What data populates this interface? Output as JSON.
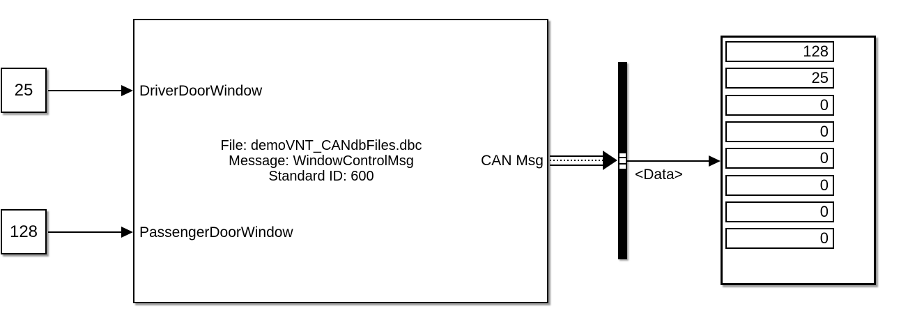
{
  "constants": [
    {
      "value": "25"
    },
    {
      "value": "128"
    }
  ],
  "pack_block": {
    "input_port_labels": [
      "DriverDoorWindow",
      "PassengerDoorWindow"
    ],
    "output_port_label": "CAN Msg",
    "info_line1": "File: demoVNT_CANdbFiles.dbc",
    "info_line2": "Message: WindowControlMsg",
    "info_line3": "Standard ID: 600"
  },
  "bus_selector": {
    "signal_label": "<Data>"
  },
  "display": {
    "values": [
      "128",
      "25",
      "0",
      "0",
      "0",
      "0",
      "0",
      "0"
    ]
  },
  "colors": {
    "stroke": "#000000",
    "fill": "#ffffff"
  }
}
